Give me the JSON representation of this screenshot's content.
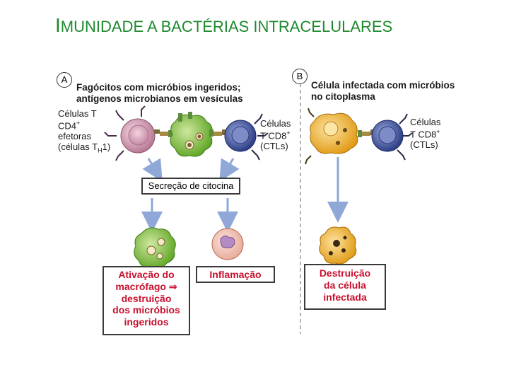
{
  "title": {
    "first_letter": "I",
    "rest": "MUNIDADE A BACTÉRIAS INTRACELULARES"
  },
  "panel_a": {
    "letter": "A",
    "header_line1": "Fagócitos com micróbios ingeridos;",
    "header_line2": "antígenos microbianos em vesículas",
    "cd4_line1": "Células T",
    "cd4_line2_main": "CD4",
    "cd4_line2_sup": "+",
    "cd4_line3": "efetoras",
    "cd4_line4_main": "(células T",
    "cd4_line4_sub": "H",
    "cd4_line4_end": "1)",
    "cd8_line1": "Células",
    "cd8_line2_main": "T CD8",
    "cd8_line2_sup": "+",
    "cd8_line3": "(CTLs)",
    "cytokine_box": "Secreção de citocina",
    "outcome1_lines": [
      "Ativação do",
      "macrófago ⇒",
      "destruição",
      "dos micróbios",
      "ingeridos"
    ],
    "outcome2": "Inflamação"
  },
  "panel_b": {
    "letter": "B",
    "header_line1": "Célula infectada com micróbios",
    "header_line2": "no citoplasma",
    "cd8_line1": "Células",
    "cd8_line2_main": "T CD8",
    "cd8_line2_sup": "+",
    "cd8_line3": "(CTLs)",
    "outcome_lines": [
      "Destruição",
      "da célula",
      "infectada"
    ]
  },
  "colors": {
    "title_green": "#1f8a2e",
    "outcome_red": "#c8102e",
    "cd4_cell_pink": "#d9a3b8",
    "macrophage_green": "#8cc63f",
    "ctl_blue": "#3b4f9a",
    "infected_orange": "#f2b02a",
    "arrow_blue": "#8fa8d8"
  }
}
